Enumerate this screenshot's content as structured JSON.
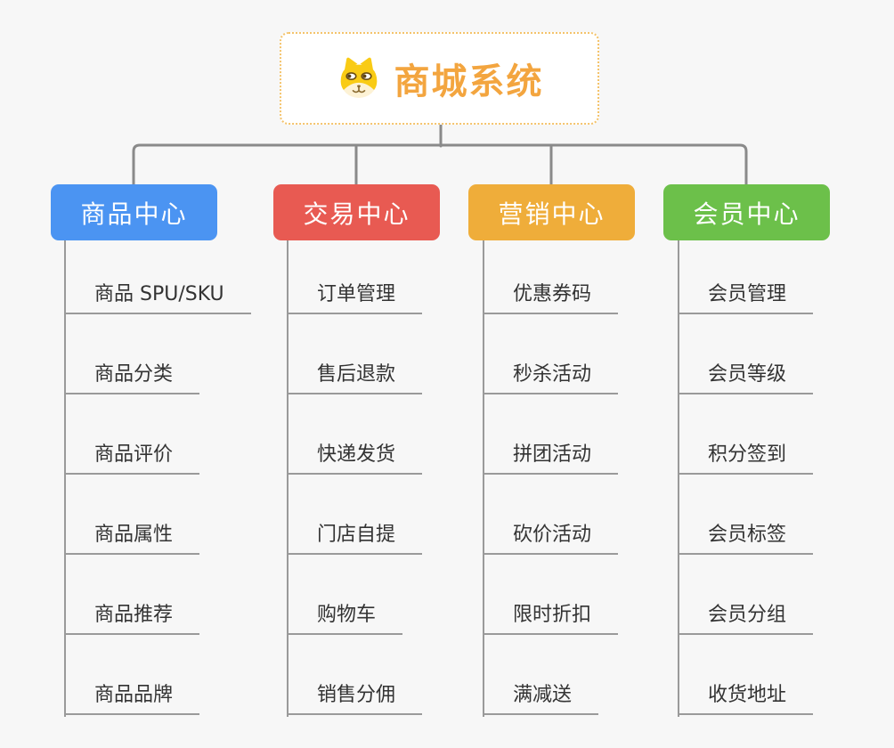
{
  "root": {
    "title": "商城系统",
    "icon": "dog-face-icon"
  },
  "colors": {
    "background": "#F7F7F7",
    "root_border": "#F4C36B",
    "root_text": "#F3A53F",
    "connector": "#8A8A8A",
    "leaf_line": "#9A9A9A",
    "leaf_text": "#333333"
  },
  "branches": [
    {
      "label": "商品中心",
      "color": "#4B94F2",
      "items": [
        "商品 SPU/SKU",
        "商品分类",
        "商品评价",
        "商品属性",
        "商品推荐",
        "商品品牌"
      ]
    },
    {
      "label": "交易中心",
      "color": "#E85A52",
      "items": [
        "订单管理",
        "售后退款",
        "快递发货",
        "门店自提",
        "购物车",
        "销售分佣"
      ]
    },
    {
      "label": "营销中心",
      "color": "#EFAD3A",
      "items": [
        "优惠券码",
        "秒杀活动",
        "拼团活动",
        "砍价活动",
        "限时折扣",
        "满减送"
      ]
    },
    {
      "label": "会员中心",
      "color": "#6CC04A",
      "items": [
        "会员管理",
        "会员等级",
        "积分签到",
        "会员标签",
        "会员分组",
        "收货地址"
      ]
    }
  ]
}
